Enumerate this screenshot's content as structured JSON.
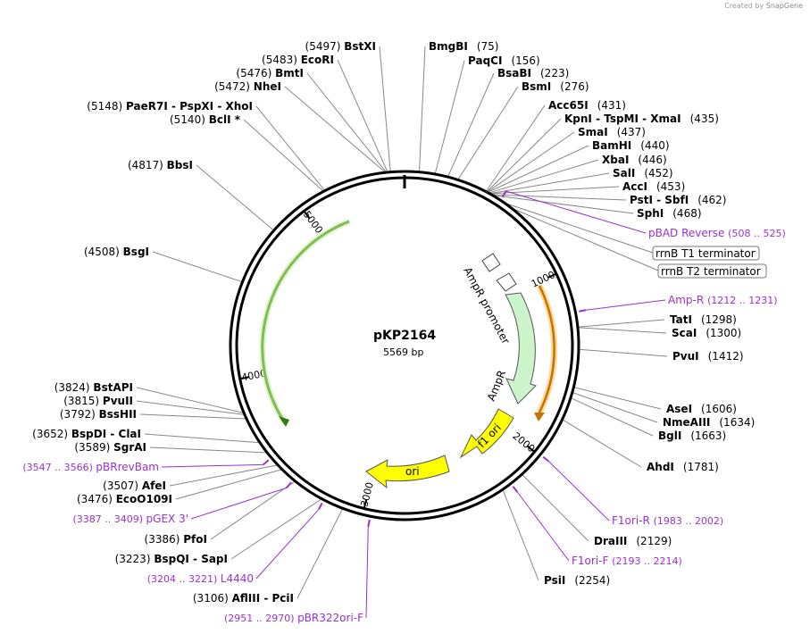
{
  "credit": {
    "prefix": "Created by",
    "brand": "SnapGene"
  },
  "plasmid": {
    "name": "pKP2164",
    "size_label": "5569 bp",
    "length": 5569
  },
  "colors": {
    "feature_purple": "#9b30d0",
    "f1ori_yellow": "#ffff00",
    "ampR_green": "#ccf5cc",
    "green_arrow": "#2e7d10",
    "orange_arrow": "#e88a00"
  },
  "ticks": [
    {
      "pos": 1000,
      "label": "1000"
    },
    {
      "pos": 2000,
      "label": "2000"
    },
    {
      "pos": 3000,
      "label": "3000"
    },
    {
      "pos": 4000,
      "label": "4000"
    },
    {
      "pos": 5000,
      "label": "5000"
    }
  ],
  "enzymes_right": [
    {
      "name": "BmgBI",
      "pos": "(75)",
      "site": 75
    },
    {
      "name": "PaqCI",
      "pos": "(156)",
      "site": 156
    },
    {
      "name": "BsaBI",
      "pos": "(223)",
      "site": 223
    },
    {
      "name": "BsmI",
      "pos": "(276)",
      "site": 276
    },
    {
      "name": "Acc65I",
      "pos": "(431)",
      "site": 431
    },
    {
      "name": "KpnI - TspMI - XmaI",
      "pos": "(435)",
      "site": 435
    },
    {
      "name": "SmaI",
      "pos": "(437)",
      "site": 437
    },
    {
      "name": "BamHI",
      "pos": "(440)",
      "site": 440
    },
    {
      "name": "XbaI",
      "pos": "(446)",
      "site": 446
    },
    {
      "name": "SalI",
      "pos": "(452)",
      "site": 452
    },
    {
      "name": "AccI",
      "pos": "(453)",
      "site": 453
    },
    {
      "name": "PstI - SbfI",
      "pos": "(462)",
      "site": 462
    },
    {
      "name": "SphI",
      "pos": "(468)",
      "site": 468
    },
    {
      "name": "TatI",
      "pos": "(1298)",
      "site": 1298
    },
    {
      "name": "ScaI",
      "pos": "(1300)",
      "site": 1300
    },
    {
      "name": "PvuI",
      "pos": "(1412)",
      "site": 1412
    },
    {
      "name": "AseI",
      "pos": "(1606)",
      "site": 1606
    },
    {
      "name": "NmeAIII",
      "pos": "(1634)",
      "site": 1634
    },
    {
      "name": "BglI",
      "pos": "(1663)",
      "site": 1663
    },
    {
      "name": "AhdI",
      "pos": "(1781)",
      "site": 1781
    },
    {
      "name": "DraIII",
      "pos": "(2129)",
      "site": 2129
    },
    {
      "name": "PsiI",
      "pos": "(2254)",
      "site": 2254
    }
  ],
  "enzymes_left": [
    {
      "name": "BstXI",
      "pos": "(5497)",
      "site": 5497
    },
    {
      "name": "EcoRI",
      "pos": "(5483)",
      "site": 5483
    },
    {
      "name": "BmtI",
      "pos": "(5476)",
      "site": 5476
    },
    {
      "name": "NheI",
      "pos": "(5472)",
      "site": 5472
    },
    {
      "name": "PaeR7I - PspXI - XhoI",
      "pos": "(5148)",
      "site": 5148
    },
    {
      "name": "BclI *",
      "pos": "(5140)",
      "site": 5140
    },
    {
      "name": "BbsI",
      "pos": "(4817)",
      "site": 4817
    },
    {
      "name": "BsgI",
      "pos": "(4508)",
      "site": 4508
    },
    {
      "name": "BstAPI",
      "pos": "(3824)",
      "site": 3824
    },
    {
      "name": "PvuII",
      "pos": "(3815)",
      "site": 3815
    },
    {
      "name": "BssHII",
      "pos": "(3792)",
      "site": 3792
    },
    {
      "name": "BspDI - ClaI",
      "pos": "(3652)",
      "site": 3652
    },
    {
      "name": "SgrAI",
      "pos": "(3589)",
      "site": 3589
    },
    {
      "name": "AfeI",
      "pos": "(3507)",
      "site": 3507
    },
    {
      "name": "EcoO109I",
      "pos": "(3476)",
      "site": 3476
    },
    {
      "name": "PfoI",
      "pos": "(3386)",
      "site": 3386
    },
    {
      "name": "BspQI - SapI",
      "pos": "(3223)",
      "site": 3223
    },
    {
      "name": "AflIII - PciI",
      "pos": "(3106)",
      "site": 3106
    }
  ],
  "primers": [
    {
      "name": "pBAD Reverse",
      "range": "(508 .. 525)",
      "site": 516
    },
    {
      "name": "Amp-R",
      "range": "(1212 .. 1231)",
      "site": 1221
    },
    {
      "name": "F1ori-R",
      "range": "(1983 .. 2002)",
      "site": 1992
    },
    {
      "name": "F1ori-F",
      "range": "(2193 .. 2214)",
      "site": 2203
    },
    {
      "name": "pBR322ori-F",
      "range": "(2951 .. 2970)",
      "site": 2960
    },
    {
      "name": "L4440",
      "range": "(3204 .. 3221)",
      "site": 3212
    },
    {
      "name": "pGEX 3'",
      "range": "(3387 .. 3409)",
      "site": 3398
    },
    {
      "name": "pBRrevBam",
      "range": "(3547 .. 3566)",
      "site": 3556
    }
  ],
  "terminators": [
    {
      "name": "rrnB T1 terminator"
    },
    {
      "name": "rrnB T2 terminator"
    }
  ],
  "features": [
    {
      "name": "AmpR promoter"
    },
    {
      "name": "AmpR"
    },
    {
      "name": "f1 ori"
    },
    {
      "name": "ori"
    }
  ]
}
